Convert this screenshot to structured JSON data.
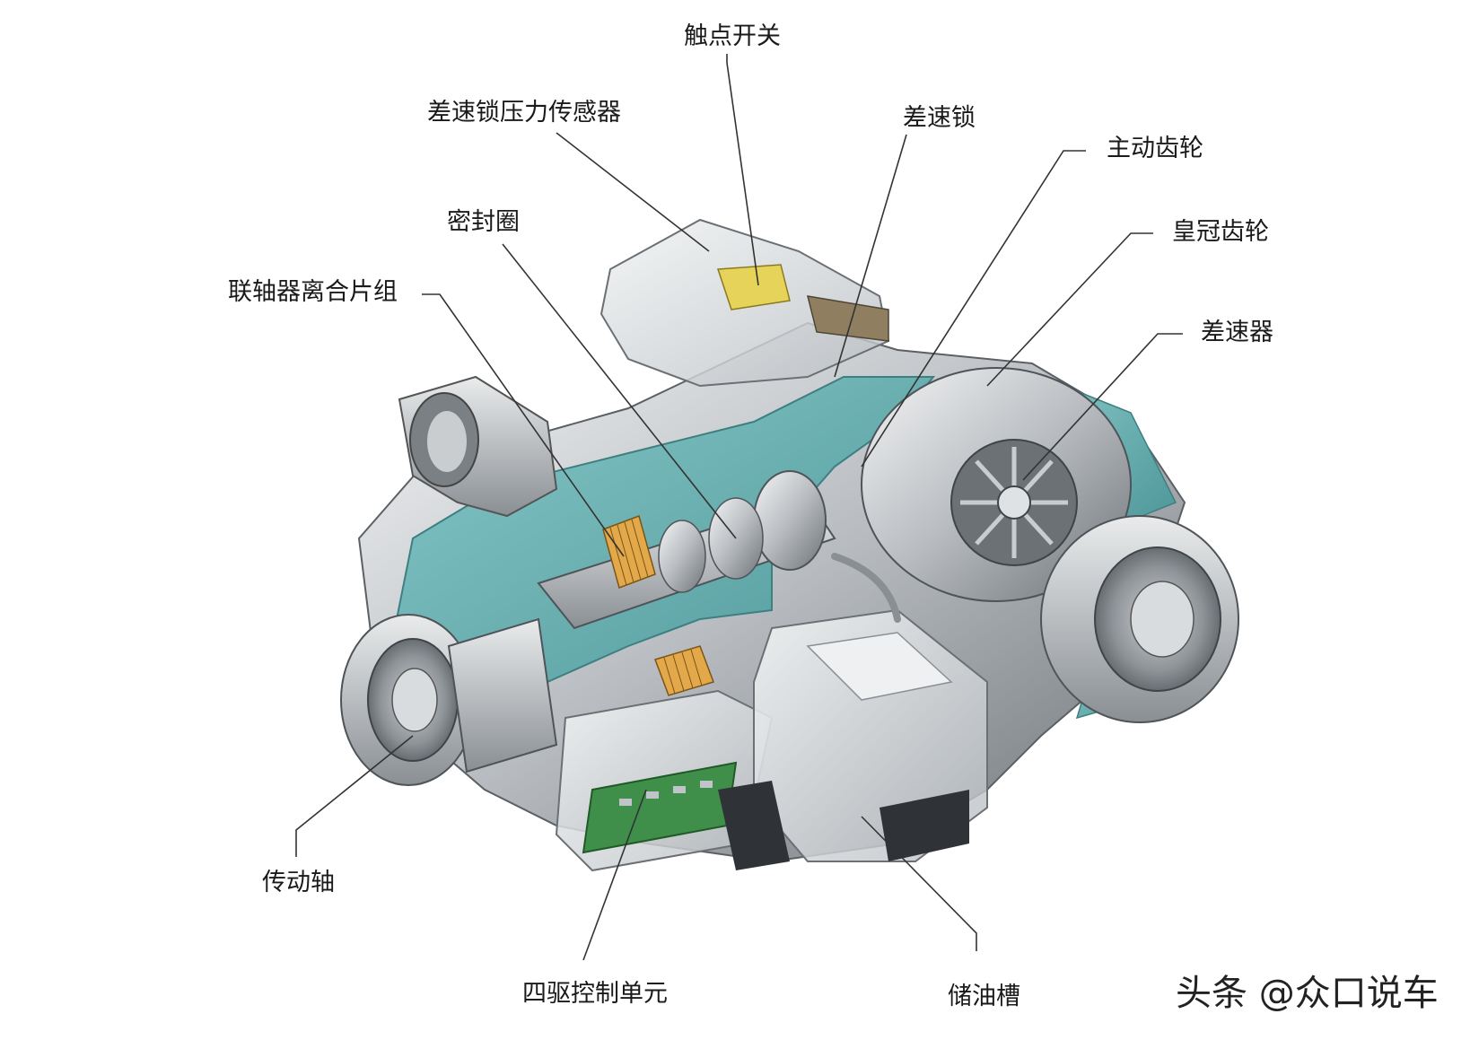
{
  "labels": {
    "contact_switch": "触点开关",
    "diff_lock_pressure_sensor": "差速锁压力传感器",
    "diff_lock": "差速锁",
    "drive_gear": "主动齿轮",
    "seal_ring": "密封圈",
    "crown_gear": "皇冠齿轮",
    "clutch_plate_pack": "联轴器离合片组",
    "differential": "差速器",
    "drive_shaft": "传动轴",
    "awd_control_unit": "四驱控制单元",
    "oil_reservoir": "储油槽"
  },
  "watermark": "头条 @众口说车",
  "colors": {
    "housing_cutaway": "#6fb6b8",
    "housing_cutaway_dark": "#4f9799",
    "metal_light": "#e2e4e6",
    "metal_mid": "#b4b8bc",
    "metal_dark": "#6b7075",
    "clutch_plates": "#e2a84a",
    "sensor_yellow": "#e6d35a",
    "pcb_green": "#3f8f4a",
    "leader_line": "#333333"
  }
}
